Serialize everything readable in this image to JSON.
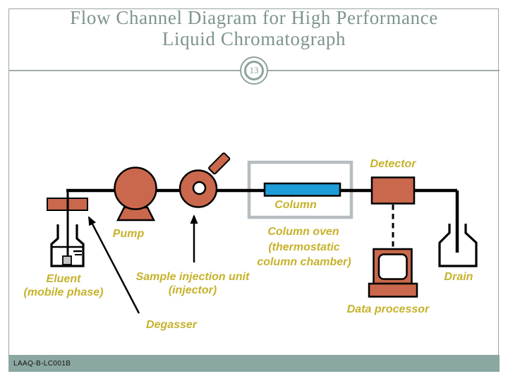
{
  "slide": {
    "title_line1": "Flow Channel Diagram for High Performance",
    "title_line2": "Liquid Chromatograph",
    "page_number": "13",
    "footer_code": "LAAQ-B-LC001B"
  },
  "labels": {
    "detector": "Detector",
    "column": "Column",
    "pump": "Pump",
    "column_oven": [
      "Column oven",
      "(thermostatic",
      "column chamber)"
    ],
    "sample_injection": [
      "Sample injection unit",
      "(injector)"
    ],
    "eluent": [
      "Eluent",
      "(mobile phase)"
    ],
    "drain": "Drain",
    "data_processor": "Data processor",
    "degasser": "Degasser"
  },
  "colors": {
    "component_fill": "#C9684C",
    "column_fill": "#1E9DD8",
    "label_text": "#C6B22B",
    "title_text": "#7E948F",
    "footer_bar": "#8BA7A2",
    "oven_border": "#B6BDC1",
    "frame_border": "#9AA6A4"
  }
}
